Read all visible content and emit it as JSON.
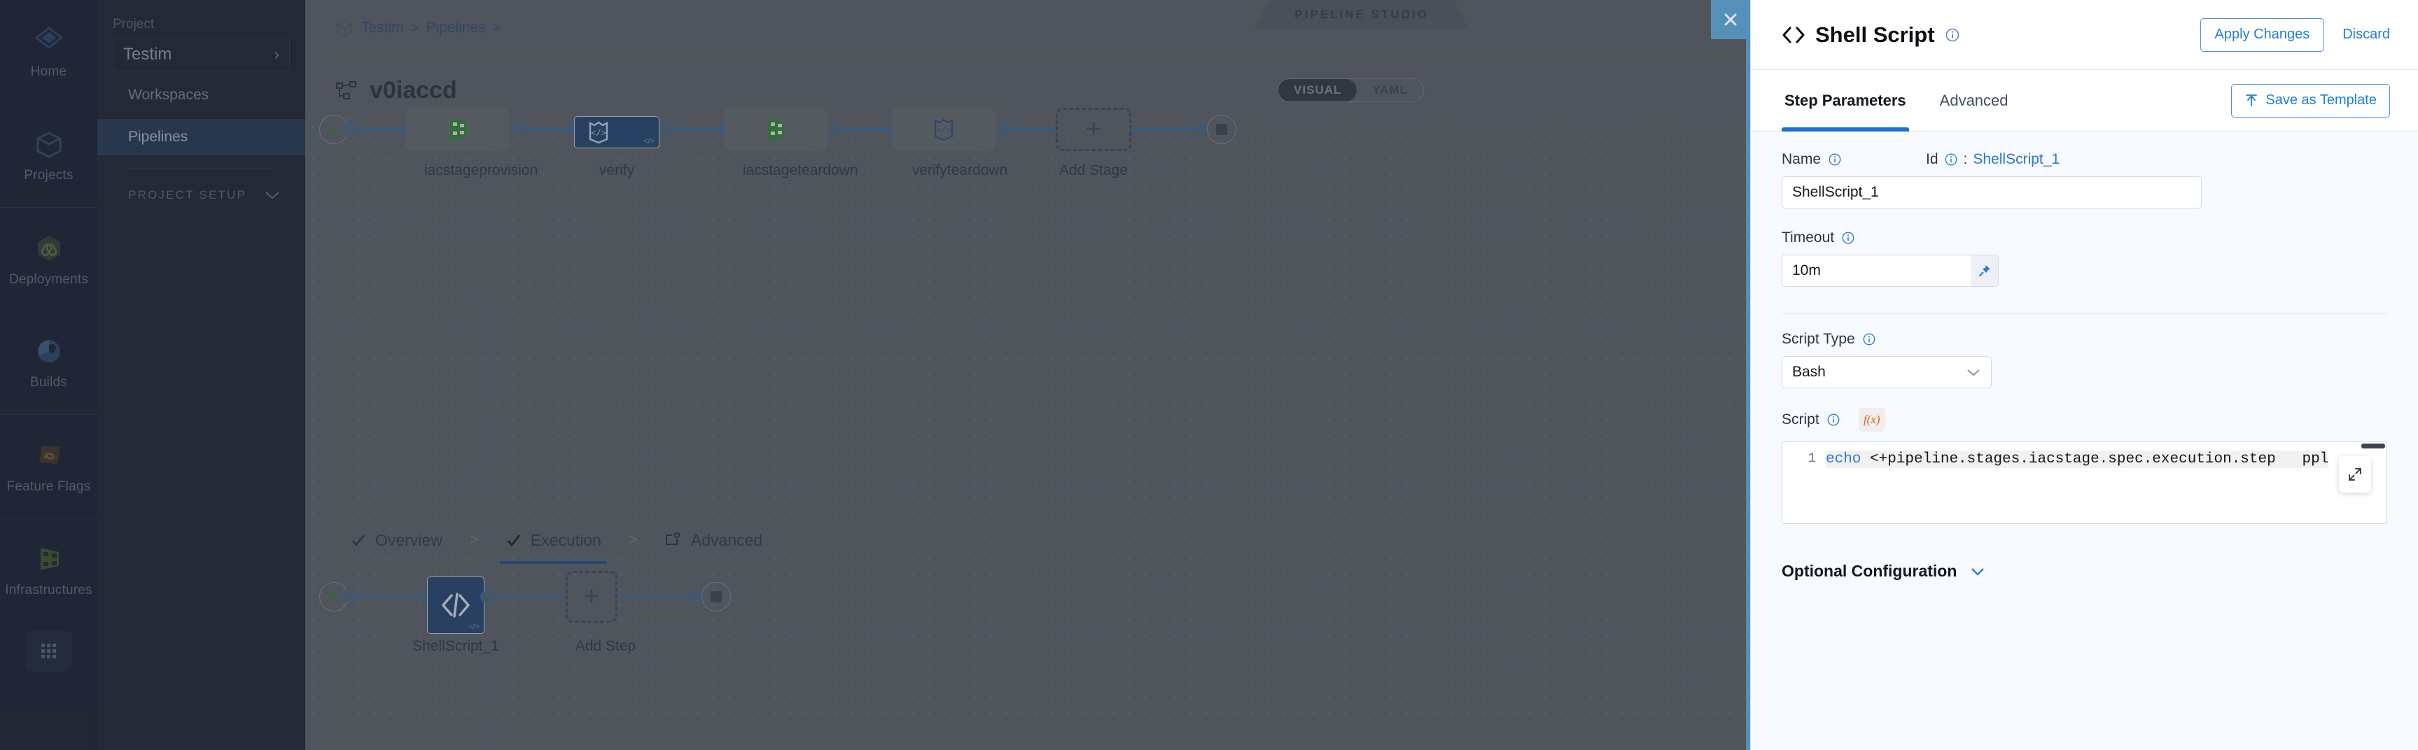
{
  "rail": {
    "items": [
      {
        "label": "Home",
        "icon": "home-diamond-icon"
      },
      {
        "label": "Projects",
        "icon": "box-icon"
      },
      {
        "label": "Deployments",
        "icon": "infinity-hex-icon"
      },
      {
        "label": "Builds",
        "icon": "pie-gear-icon"
      },
      {
        "label": "Feature Flags",
        "icon": "flag-hex-icon"
      },
      {
        "label": "Infrastructures",
        "icon": "infra-nodes-icon"
      }
    ],
    "grid_icon": "apps-grid-icon"
  },
  "project_panel": {
    "project_label": "Project",
    "project_name": "Testim",
    "chevron": "chevron-right-icon",
    "nav": [
      {
        "label": "Workspaces",
        "active": false
      },
      {
        "label": "Pipelines",
        "active": true
      }
    ],
    "setup_label": "PROJECT SETUP",
    "setup_chevron": "chevron-down-icon"
  },
  "studio": {
    "badge": "PIPELINE STUDIO",
    "breadcrumb": {
      "icon": "cube-icon",
      "items": [
        "Testim",
        "Pipelines"
      ],
      "separator": ">"
    },
    "pipeline_icon": "pipeline-graph-icon",
    "pipeline_name": "v0iaccd",
    "edit_icon": "pencil-icon",
    "view_toggle": {
      "options": [
        "VISUAL",
        "YAML"
      ],
      "selected": "VISUAL"
    },
    "stages": [
      {
        "name": "iacstageprovision",
        "selected": false,
        "icon": "infra-green-icon",
        "badge": "</>"
      },
      {
        "name": "verify",
        "selected": true,
        "icon": "shield-code-icon",
        "badge": "</>"
      },
      {
        "name": "iacstageteardown",
        "selected": false,
        "icon": "infra-green-icon",
        "badge": "</>"
      },
      {
        "name": "verifyteardown",
        "selected": false,
        "icon": "shield-code-icon",
        "badge": "</>"
      }
    ],
    "add_stage_label": "Add Stage",
    "add_stage_icon": "plus-icon",
    "stage_tabs": [
      {
        "label": "Overview",
        "icon": "check-icon",
        "active": false
      },
      {
        "label": "Execution",
        "icon": "check-icon",
        "active": true
      },
      {
        "label": "Advanced",
        "icon": "advanced-gear-icon",
        "active": false
      }
    ],
    "tab_separator": ">",
    "steps": [
      {
        "name": "ShellScript_1",
        "selected": true,
        "icon": "code-brackets-icon",
        "badge": "</>"
      }
    ],
    "add_step_label": "Add Step",
    "add_step_icon": "plus-icon"
  },
  "drawer": {
    "close_icon": "close-icon",
    "header": {
      "icon": "code-brackets-icon",
      "title": "Shell Script",
      "info_icon": "info-icon",
      "apply_label": "Apply Changes",
      "discard_label": "Discard"
    },
    "tabs": [
      {
        "label": "Step Parameters",
        "active": true
      },
      {
        "label": "Advanced",
        "active": false
      }
    ],
    "save_template": {
      "label": "Save as Template",
      "icon": "template-upload-icon"
    },
    "fields": {
      "name_label": "Name",
      "name_value": "ShellScript_1",
      "id_label": "Id",
      "id_separator": ":",
      "id_value": "ShellScript_1",
      "timeout_label": "Timeout",
      "timeout_value": "10m",
      "pin_icon": "pin-icon",
      "script_type_label": "Script Type",
      "script_type_value": "Bash",
      "script_type_chevron": "chevron-down-icon",
      "script_label": "Script",
      "fx_label": "f(x)",
      "info_icon": "info-icon",
      "expand_icon": "expand-icon",
      "code": {
        "line_number": "1",
        "keyword": "echo",
        "rest": " <+pipeline.stages.iacstage.spec.execution.step   ppl"
      }
    },
    "optional_config": {
      "label": "Optional Configuration",
      "chevron": "chevron-down-icon"
    }
  },
  "colors": {
    "accent_blue": "#1f6fd4",
    "link_blue": "#2777d6",
    "node_selected": "#1c4273",
    "close_bg": "#5590b8",
    "canvas_bg": "#5c6269"
  }
}
